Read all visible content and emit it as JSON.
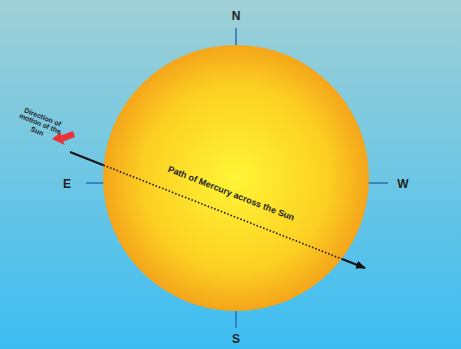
{
  "diagram": {
    "labels": [
      "N",
      "E",
      "W",
      "S",
      "Direction of motion of the Sun",
      "Path of Mercury across the Sun"
    ]
  }
}
